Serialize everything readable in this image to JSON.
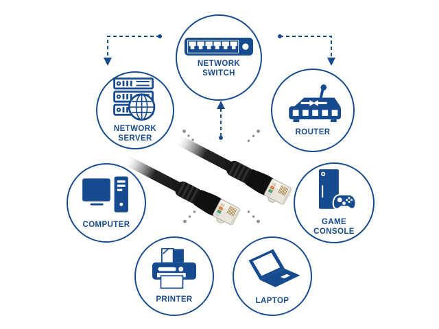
{
  "diagram": {
    "accent_color": "#174b8f",
    "ray_color": "#8e8e8e",
    "cable": {
      "name": "black ethernet patch cable with two RJ45 connectors",
      "color": "#161616"
    },
    "nodes": [
      {
        "id": "network-switch",
        "label": "NETWORK\nSWITCH"
      },
      {
        "id": "network-server",
        "label": "NETWORK\nSERVER"
      },
      {
        "id": "router",
        "label": "ROUTER"
      },
      {
        "id": "computer",
        "label": "COMPUTER"
      },
      {
        "id": "game-console",
        "label": "GAME\nCONSOLE"
      },
      {
        "id": "printer",
        "label": "PRINTER"
      },
      {
        "id": "laptop",
        "label": "LAPTOP"
      }
    ]
  }
}
